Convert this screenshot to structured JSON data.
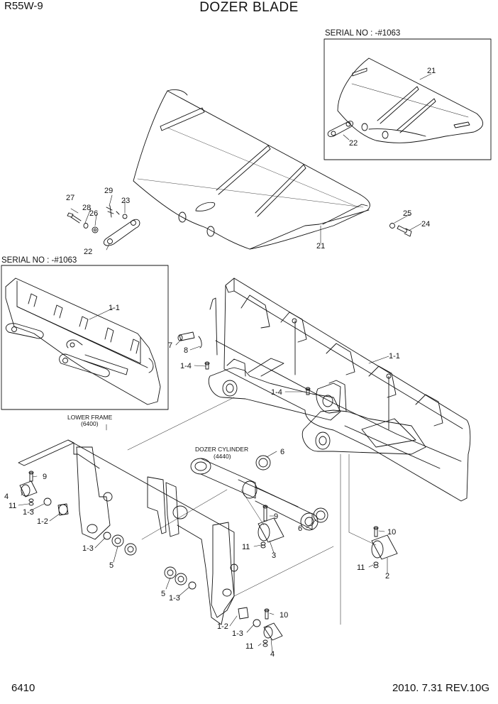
{
  "header": {
    "model": "R55W-9",
    "title": "DOZER BLADE"
  },
  "footer": {
    "page": "6410",
    "date_rev": "2010. 7.31  REV.10G"
  },
  "insets": {
    "top_serial": "SERIAL NO : -#1063",
    "left_serial": "SERIAL NO : -#1063"
  },
  "captions": {
    "lower_frame": "LOWER FRAME",
    "lower_frame_ref": "(6400)",
    "dozer_cylinder": "DOZER CYLINDER",
    "dozer_cylinder_ref": "(4440)"
  },
  "callouts": {
    "c21a": "21",
    "c22a": "22",
    "c27": "27",
    "c29": "29",
    "c28": "28",
    "c26": "26",
    "c23": "23",
    "c22b": "22",
    "c25": "25",
    "c24": "24",
    "c21b": "21",
    "c1_1a": "1-1",
    "c7": "7",
    "c8": "8",
    "c1_4a": "1-4",
    "c1_4b": "1-4",
    "c1_1b": "1-1",
    "c9a": "9",
    "c4a": "4",
    "c11a": "11",
    "c1_3a": "1-3",
    "c1_2a": "1-2",
    "c1_3b": "1-3",
    "c5a": "5",
    "c6a": "6",
    "c9b": "9",
    "c6b": "6",
    "c11b": "11",
    "c3": "3",
    "c10a": "10",
    "c11c": "11",
    "c2": "2",
    "c5b": "5",
    "c1_3c": "1-3",
    "c10b": "10",
    "c1_2b": "1-2",
    "c1_3d": "1-3",
    "c11d": "11",
    "c4b": "4"
  }
}
